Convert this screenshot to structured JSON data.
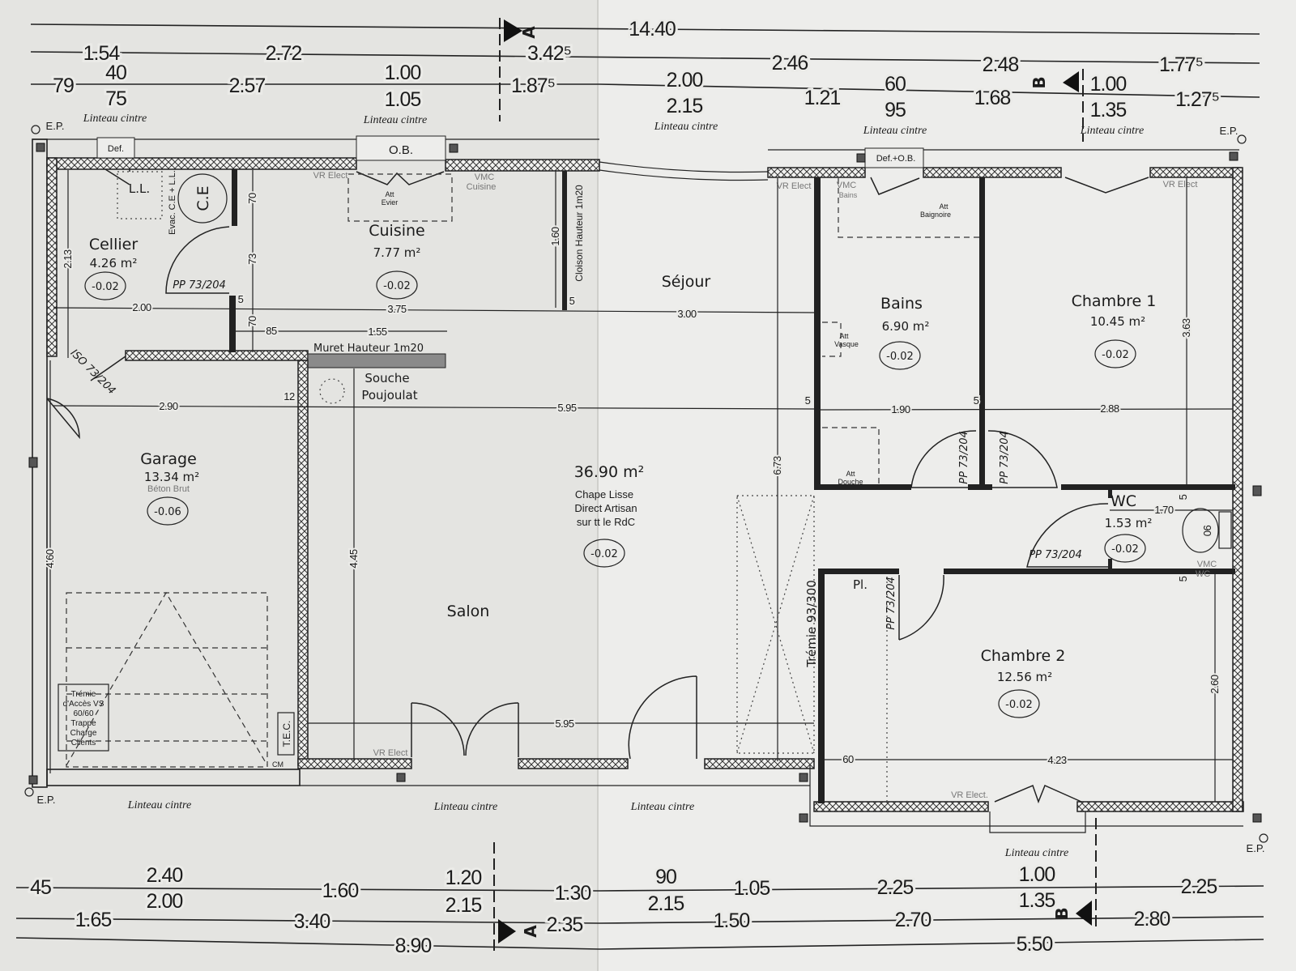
{
  "dimensions": {
    "overall_top": "14.40",
    "top_row1": [
      "1.54",
      "2.72",
      "3.42⁵",
      "2.46",
      "2.48",
      "1.77⁵"
    ],
    "top_row2": [
      {
        "value": "79"
      },
      {
        "top": "40",
        "bottom": "75"
      },
      {
        "value": "2.57"
      },
      {
        "top": "1.00",
        "bottom": "1.05"
      },
      {
        "value": "1.87⁵"
      },
      {
        "top": "2.00",
        "bottom": "2.15"
      },
      {
        "value": "1.21"
      },
      {
        "top": "60",
        "bottom": "95"
      },
      {
        "value": "1.68"
      },
      {
        "top": "1.00",
        "bottom": "1.35"
      },
      {
        "value": "1.27⁵"
      }
    ],
    "bottom_row1": [
      {
        "value": "45"
      },
      {
        "top": "2.40",
        "bottom": "2.00"
      },
      {
        "value": "1.60"
      },
      {
        "top": "1.20",
        "bottom": "2.15"
      },
      {
        "value": "1.30"
      },
      {
        "top": "90",
        "bottom": "2.15"
      },
      {
        "value": "1.05"
      },
      {
        "value": "2.25"
      },
      {
        "top": "1.00",
        "bottom": "1.35"
      },
      {
        "value": "2.25"
      }
    ],
    "bottom_row2": [
      "1.65",
      "3.40",
      "2.35",
      "1.50",
      "2.70",
      "2.80"
    ],
    "bottom_row3": [
      "8.90",
      "5.50"
    ],
    "interior": [
      "2.13",
      "70",
      "73",
      "70",
      "5",
      "2.00",
      "3.75",
      "1.60",
      "5",
      "85",
      "1.55",
      "12",
      "2.90",
      "5.95",
      "3.00",
      "1.90",
      "2.88",
      "5",
      "5",
      "6.73",
      "4.45",
      "4.60",
      "5.95",
      "3.63",
      "1.70",
      "90",
      "5",
      "5",
      "2.60",
      "60",
      "4.23"
    ]
  },
  "section_markers": {
    "a_top": "A",
    "b_top": "B",
    "a_bottom": "A",
    "b_bottom": "B"
  },
  "lintel_label": "Linteau cintre",
  "downpipe_label": "E.P.",
  "openings": {
    "def": "Def.",
    "ob": "O.B.",
    "def_ob": "Def.+O.B."
  },
  "rooms": [
    {
      "name": "Cellier",
      "area": "4.26 m²",
      "level": "-0.02"
    },
    {
      "name": "Cuisine",
      "area": "7.77 m²",
      "level": "-0.02"
    },
    {
      "name": "Séjour"
    },
    {
      "name": "Salon",
      "area": "36.90 m²",
      "finish": [
        "Chape Lisse",
        "Direct Artisan",
        "sur tt le RdC"
      ],
      "level": "-0.02"
    },
    {
      "name": "Garage",
      "area": "13.34 m²",
      "finish": "Béton Brut",
      "level": "-0.06"
    },
    {
      "name": "Bains",
      "area": "6.90 m²",
      "level": "-0.02"
    },
    {
      "name": "Chambre 1",
      "area": "10.45 m²",
      "level": "-0.02"
    },
    {
      "name": "WC",
      "area": "1.53 m²",
      "level": "-0.02"
    },
    {
      "name": "Chambre 2",
      "area": "12.56 m²",
      "level": "-0.02"
    }
  ],
  "annotations": {
    "ll": "L.L.",
    "ce": "C.E",
    "evac": "Evac. C.E + L.L.",
    "vr_elect": "VR Elect",
    "vr_elect_dot": "VR Elect.",
    "vmc": "VMC",
    "cuisine": "Cuisine",
    "bains": "Bains",
    "wc": "WC",
    "att": "Att",
    "evier": "Evier",
    "baignoire": "Baignoire",
    "vasque": "Vasque",
    "douche": "Douche",
    "cloison": "Cloison Hauteur 1m20",
    "pp": "PP 73/204",
    "iso": "ISO 73/204",
    "muret": "Muret Hauteur 1m20",
    "souche": [
      "Souche",
      "Poujoulat"
    ],
    "placard": "Pl.",
    "tremie_stair": "Trémie 93/300",
    "tec": "T.E.C.",
    "cm": "CM",
    "tremie_access": [
      "Trémie",
      "d'Accès VS",
      "60/60",
      "Trappe",
      "Charge",
      "Clients"
    ]
  }
}
